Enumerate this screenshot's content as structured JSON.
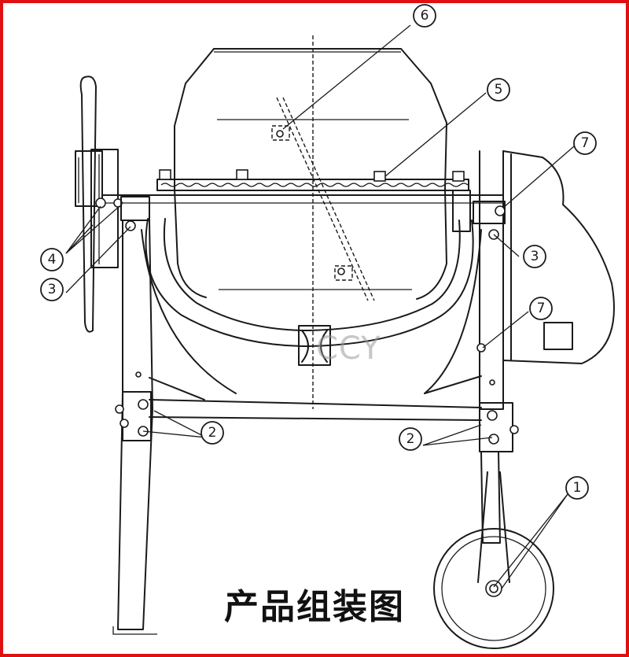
{
  "diagram": {
    "caption": "产品组装图",
    "watermark": "CCY",
    "callouts": [
      "6",
      "5",
      "7",
      "4",
      "3",
      "3",
      "7",
      "2",
      "2",
      "1"
    ],
    "colors": {
      "border": "#e01010",
      "line": "#1a1a1a",
      "watermark": "#9a9a9a"
    }
  }
}
